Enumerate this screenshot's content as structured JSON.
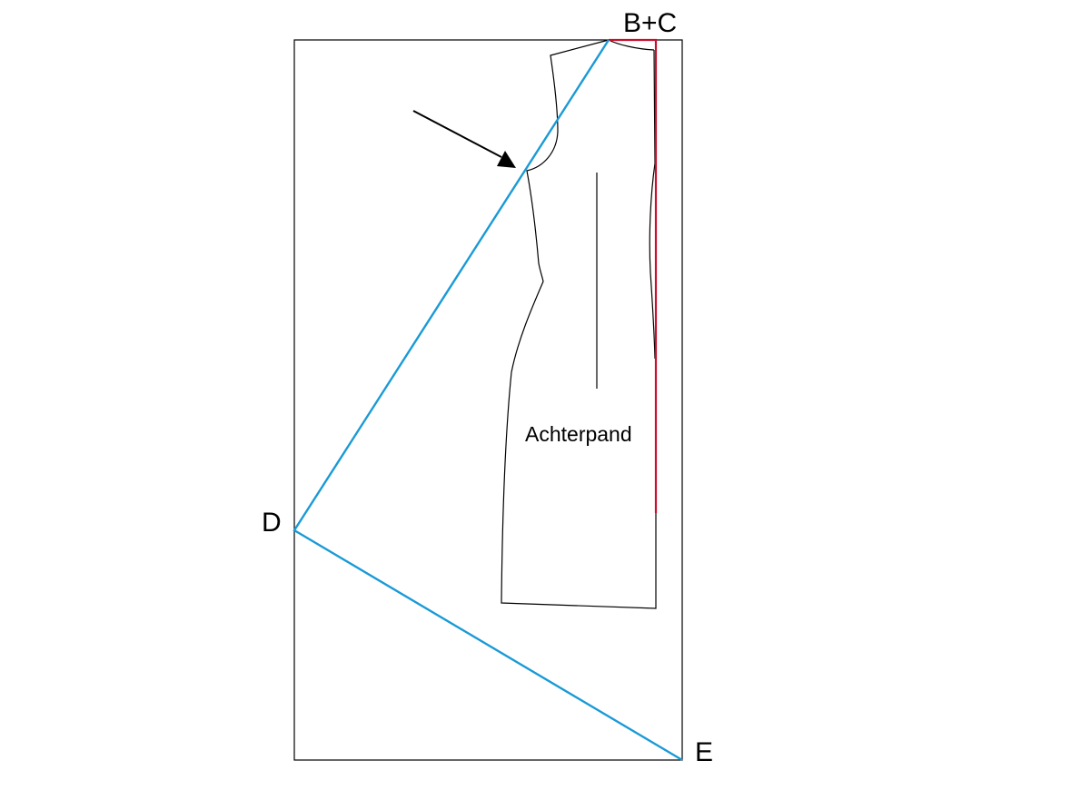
{
  "diagram": {
    "points": {
      "bc": "B+C",
      "d": "D",
      "e": "E"
    },
    "piece_label": "Achterpand"
  },
  "colors": {
    "outline": "#000000",
    "construction_line": "#1a9ad6",
    "center_back": "#c8102e",
    "background": "#ffffff"
  }
}
